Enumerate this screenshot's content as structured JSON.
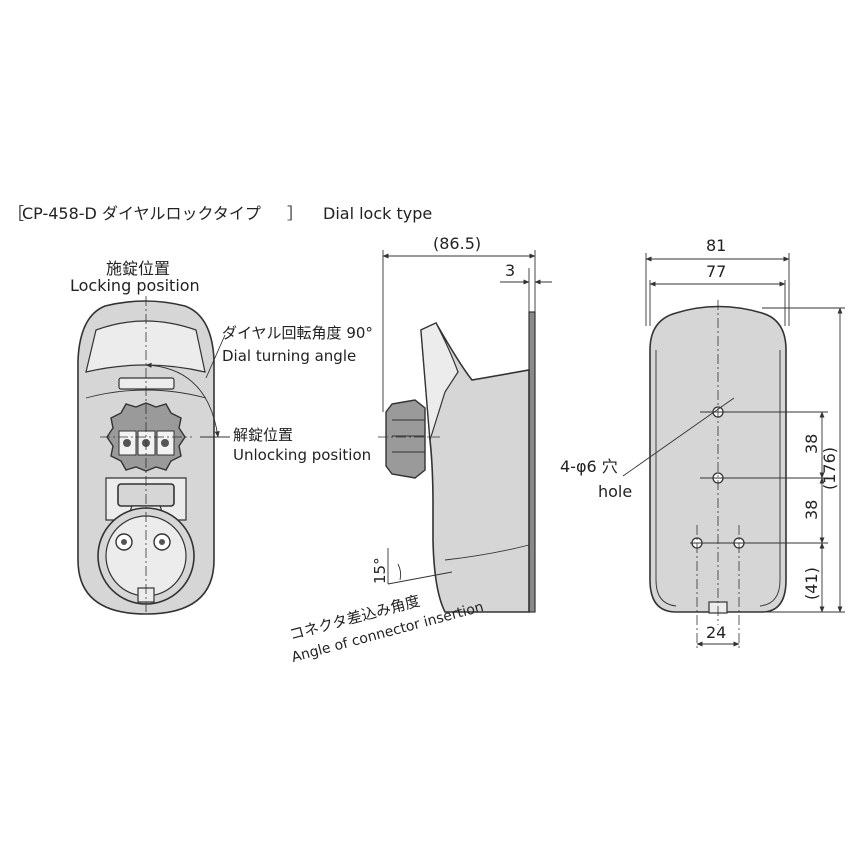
{
  "title": {
    "model": "CP-458-D ダイヤルロックタイプ",
    "english": "Dial lock type"
  },
  "front_view": {
    "locking_position_jp": "施錠位置",
    "locking_position_en": "Locking position",
    "dial_angle_jp": "ダイヤル回転角度 90°",
    "dial_angle_en": "Dial turning angle",
    "unlocking_position_jp": "解錠位置",
    "unlocking_position_en": "Unlocking position"
  },
  "side_view": {
    "depth_dim": "(86.5)",
    "plate_dim": "3",
    "angle_dim": "15°",
    "connector_angle_jp": "コネクタ差込み角度",
    "connector_angle_en": "Angle of connector insertion"
  },
  "back_view": {
    "width_outer": "81",
    "width_inner": "77",
    "hole_jp": "4-φ6 穴",
    "hole_en": "hole",
    "pitch_1": "38",
    "pitch_2": "38",
    "height_total": "(176)",
    "bottom_offset": "(41)",
    "hole_spacing": "24"
  }
}
